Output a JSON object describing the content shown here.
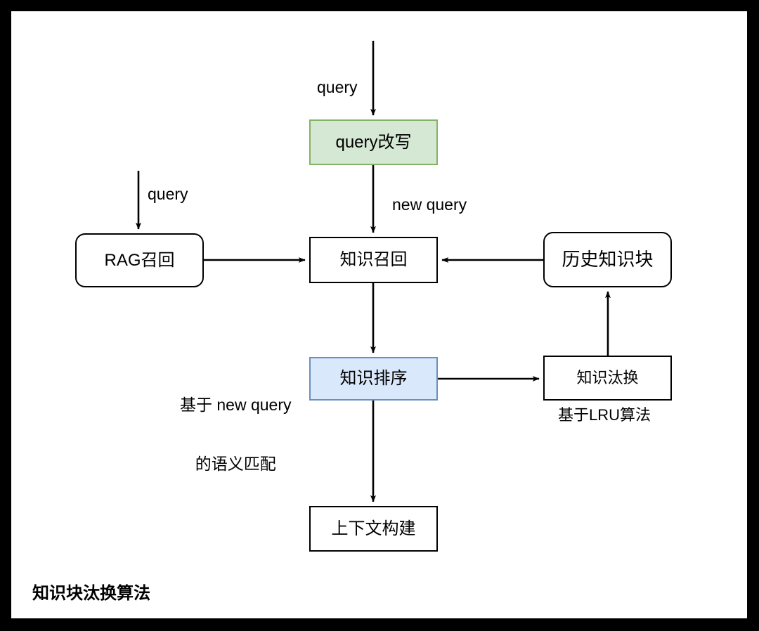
{
  "diagram": {
    "caption": "知识块汰换算法",
    "colors": {
      "green_fill": "#d5e8d4",
      "green_stroke": "#82b366",
      "blue_fill": "#dae8fc",
      "blue_stroke": "#6c8ebf",
      "node_stroke": "#000000",
      "node_fill": "#ffffff",
      "frame": "#000000",
      "canvas": "#ffffff"
    },
    "nodes": [
      {
        "id": "query-rewrite",
        "label": "query改写",
        "shape": "rect",
        "style": "green"
      },
      {
        "id": "rag-recall",
        "label": "RAG召回",
        "shape": "rounded-rect",
        "style": "plain"
      },
      {
        "id": "know-recall",
        "label": "知识召回",
        "shape": "rect",
        "style": "plain"
      },
      {
        "id": "history-block",
        "label": "历史知识块",
        "shape": "rounded-rect",
        "style": "plain"
      },
      {
        "id": "know-rank",
        "label": "知识排序",
        "shape": "rect",
        "style": "blue"
      },
      {
        "id": "know-evict",
        "label": "知识汰换",
        "shape": "rect",
        "style": "plain"
      },
      {
        "id": "context-build",
        "label": "上下文构建",
        "shape": "rect",
        "style": "plain"
      }
    ],
    "edge_labels": {
      "query_top": "query",
      "query_left": "query",
      "new_query": "new query",
      "semantic_match_line1": "基于 new query",
      "semantic_match_line2": "的语义匹配",
      "lru": "基于LRU算法"
    },
    "edges": [
      {
        "from": "input",
        "to": "query-rewrite",
        "label": "query",
        "direction": "down"
      },
      {
        "from": "query-rewrite",
        "to": "know-recall",
        "label": "new query",
        "direction": "down"
      },
      {
        "from": "input",
        "to": "rag-recall",
        "label": "query",
        "direction": "down"
      },
      {
        "from": "rag-recall",
        "to": "know-recall",
        "label": "",
        "direction": "right"
      },
      {
        "from": "history-block",
        "to": "know-recall",
        "label": "",
        "direction": "left"
      },
      {
        "from": "know-recall",
        "to": "know-rank",
        "label": "基于 new query 的语义匹配",
        "direction": "down"
      },
      {
        "from": "know-rank",
        "to": "know-evict",
        "label": "",
        "direction": "right"
      },
      {
        "from": "know-evict",
        "to": "history-block",
        "label": "基于LRU算法",
        "direction": "up"
      },
      {
        "from": "know-rank",
        "to": "context-build",
        "label": "",
        "direction": "down"
      }
    ]
  }
}
